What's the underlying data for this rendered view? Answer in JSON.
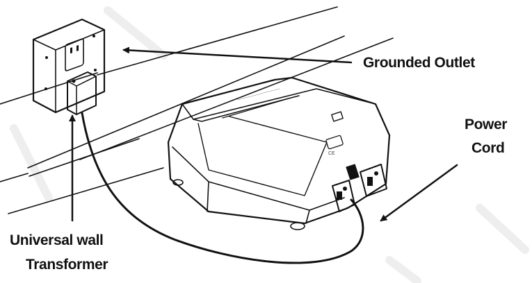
{
  "labels": {
    "outlet": "Grounded Outlet",
    "power_cord_line1": "Power",
    "power_cord_line2": "Cord",
    "transformer_line1": "Universal wall",
    "transformer_line2": "Transformer"
  },
  "colors": {
    "ink": "#111111",
    "paper": "#ffffff",
    "watermark": "#eeeeee"
  }
}
